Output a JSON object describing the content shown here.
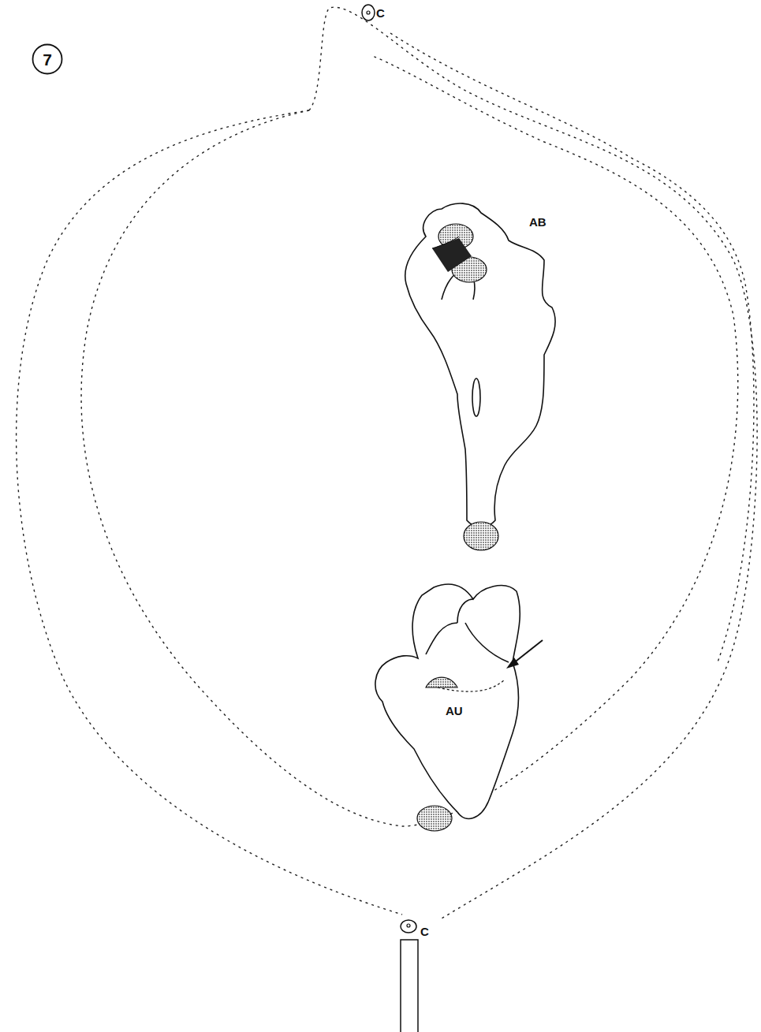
{
  "diagram": {
    "nodes": [
      {
        "text": [
          "7"
        ]
      }
    ],
    "labels": [
      "C",
      "AB",
      "AU",
      "C"
    ]
  }
}
